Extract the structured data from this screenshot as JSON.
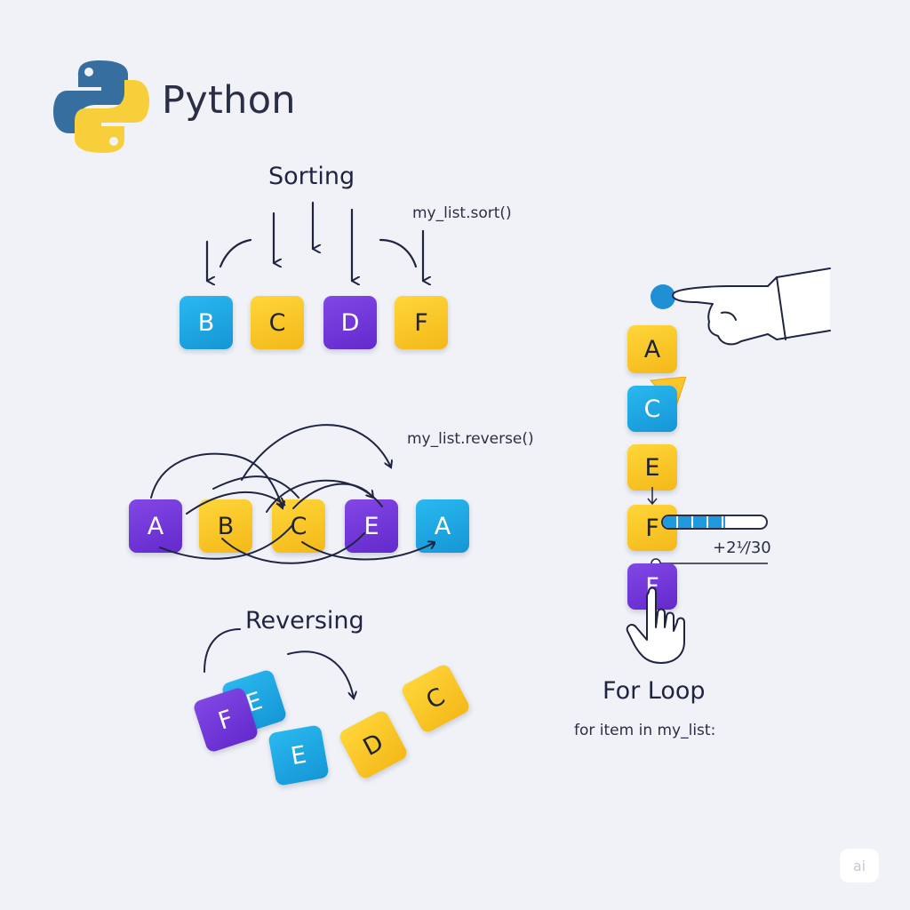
{
  "brand": {
    "name": "Python"
  },
  "sorting": {
    "title": "Sorting",
    "code": "my_list.sort()",
    "tiles": [
      "B",
      "C",
      "D",
      "F"
    ]
  },
  "reverse": {
    "code": "my_list.reverse()",
    "tiles": [
      "A",
      "B",
      "C",
      "E",
      "A"
    ]
  },
  "reversing": {
    "title": "Reversing",
    "tiles": [
      "E",
      "F",
      "E",
      "D",
      "C"
    ]
  },
  "for_loop": {
    "title": "For Loop",
    "code": "for item in my_list:",
    "tiles": [
      "A",
      "C",
      "E",
      "F",
      "F"
    ],
    "progress_label": "+2⅟/30",
    "progress_fraction": 0.6
  },
  "watermark": "ai",
  "colors": {
    "blue": "#1fa9e8",
    "yellow": "#fcc62a",
    "purple": "#7236d9",
    "python_blue": "#366f9f",
    "python_yellow": "#f7cf3b"
  }
}
